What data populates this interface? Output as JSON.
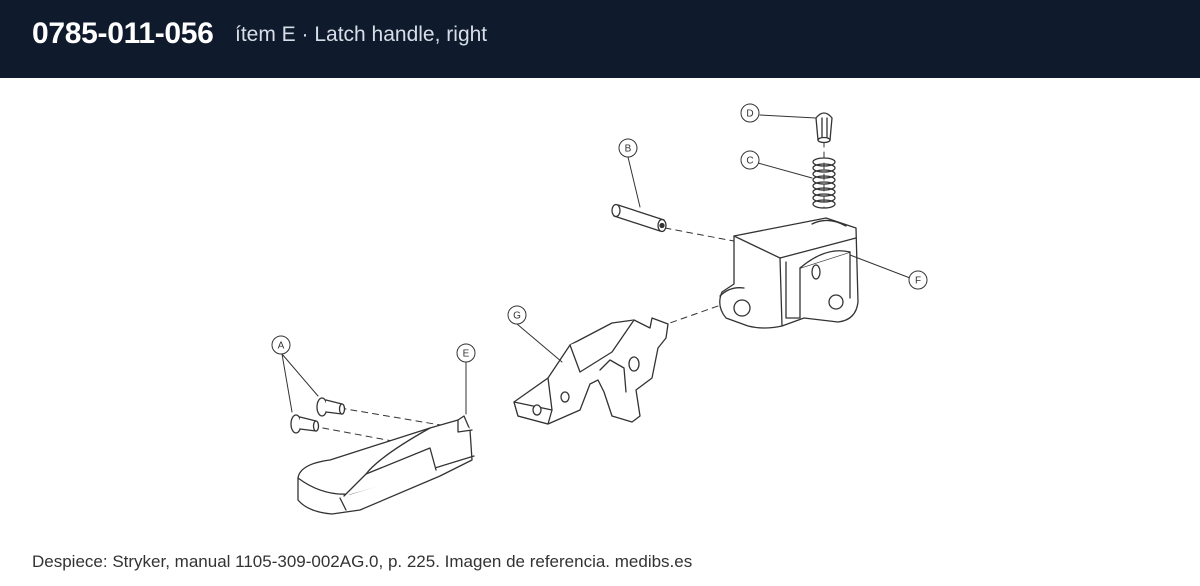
{
  "header": {
    "part_number": "0785-011-056",
    "item_desc": "ítem E · Latch handle, right"
  },
  "diagram": {
    "callouts": [
      "A",
      "B",
      "C",
      "D",
      "E",
      "F",
      "G"
    ]
  },
  "footer": {
    "caption": "Despiece: Stryker, manual 1105-309-002AG.0, p. 225. Imagen de referencia. medibs.es"
  },
  "colors": {
    "header_bg": "#0f1b2d",
    "line": "#333333"
  }
}
